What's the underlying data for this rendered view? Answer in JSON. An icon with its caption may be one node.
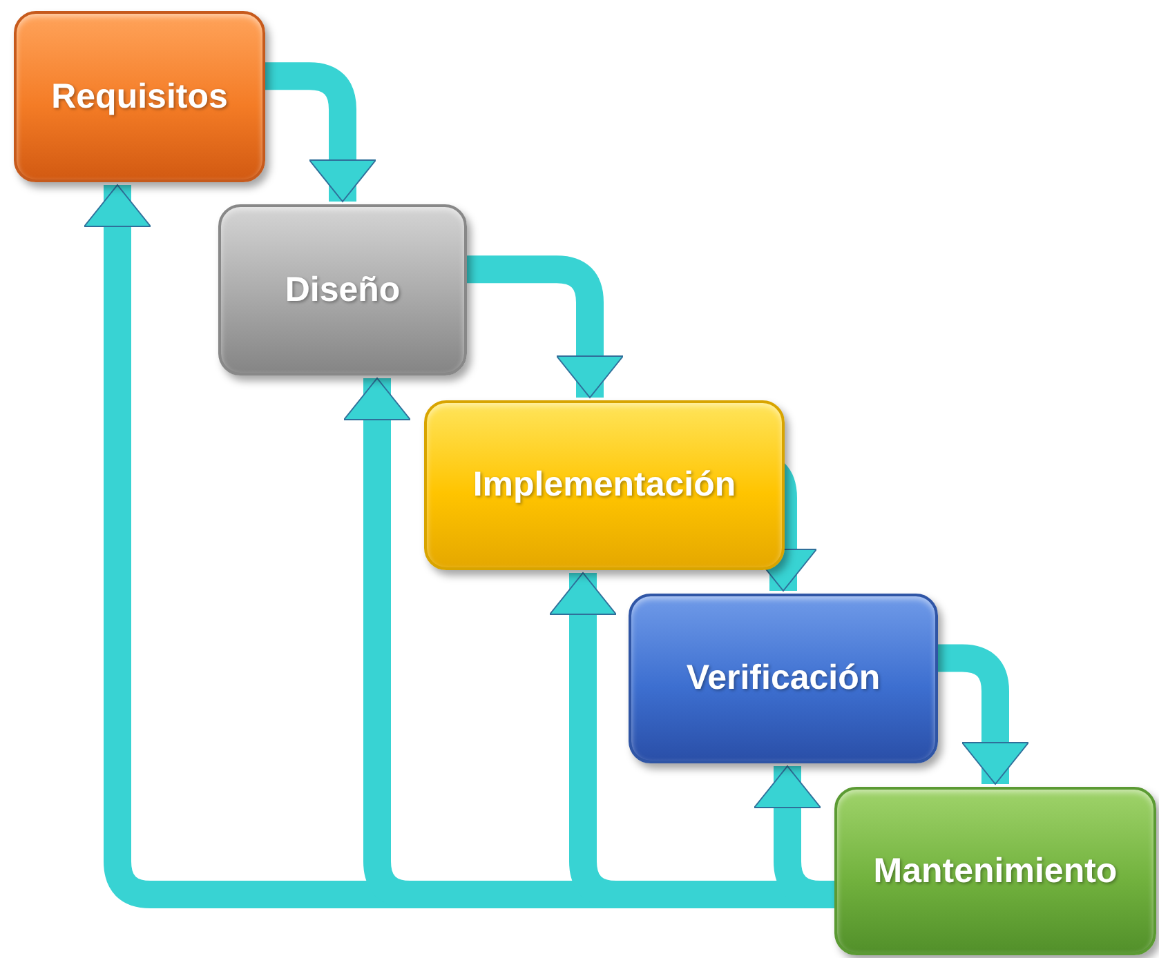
{
  "diagram": {
    "nodes": [
      {
        "text": [
          "Requisitos"
        ]
      },
      {
        "text": [
          "Diseño"
        ]
      },
      {
        "text": [
          "Implementación"
        ]
      },
      {
        "text": [
          "Verificación"
        ]
      },
      {
        "text": [
          "Mantenimiento"
        ]
      }
    ],
    "edges": [
      {
        "from": 0,
        "to": 1,
        "arrow": "to"
      },
      {
        "from": 1,
        "to": 2,
        "arrow": "to"
      },
      {
        "from": 2,
        "to": 3,
        "arrow": "to"
      },
      {
        "from": 3,
        "to": 4,
        "arrow": "to"
      },
      {
        "from": 4,
        "to": 0,
        "arrow": "to"
      },
      {
        "from": 4,
        "to": 1,
        "arrow": "to"
      },
      {
        "from": 4,
        "to": 2,
        "arrow": "to"
      },
      {
        "from": 4,
        "to": 3,
        "arrow": "to"
      }
    ]
  }
}
